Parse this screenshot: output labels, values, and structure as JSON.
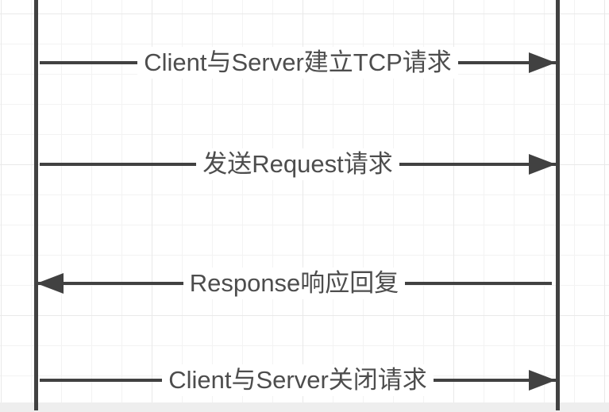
{
  "diagram": {
    "type": "sequence-diagram-fragment",
    "lifelines": [
      {
        "id": "left"
      },
      {
        "id": "right"
      }
    ],
    "messages": [
      {
        "label": "Client与Server建立TCP请求",
        "direction": "right"
      },
      {
        "label": "发送Request请求",
        "direction": "right"
      },
      {
        "label": "Response响应回复",
        "direction": "left"
      },
      {
        "label": "Client与Server关闭请求",
        "direction": "right"
      }
    ]
  },
  "colors": {
    "stroke": "#414141",
    "text": "#4d4d4d",
    "label_bg": "#ffffff",
    "canvas_bg": "#ffffff",
    "grid_minor": "#f3f3f3",
    "grid_major": "#e9e9e9",
    "bottom_band": "#eeeeee"
  }
}
